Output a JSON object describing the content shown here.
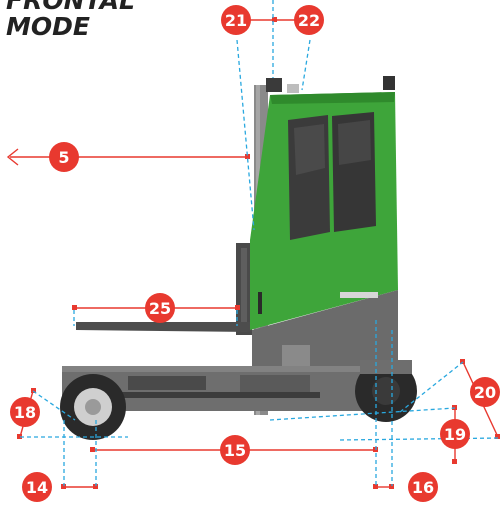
{
  "title": {
    "line1": "FRONTAL",
    "line2": "MODE"
  },
  "colors": {
    "badge": "#e8392f",
    "dimension_line": "#e8392f",
    "reference_line": "#29a8df",
    "cab_green": "#3ea53a",
    "chassis_grey": "#6e6e6e",
    "tire": "#2a2a2a"
  },
  "badges": {
    "b5": "5",
    "b14": "14",
    "b15": "15",
    "b16": "16",
    "b18": "18",
    "b19": "19",
    "b20": "20",
    "b21": "21",
    "b22": "22",
    "b25": "25"
  }
}
